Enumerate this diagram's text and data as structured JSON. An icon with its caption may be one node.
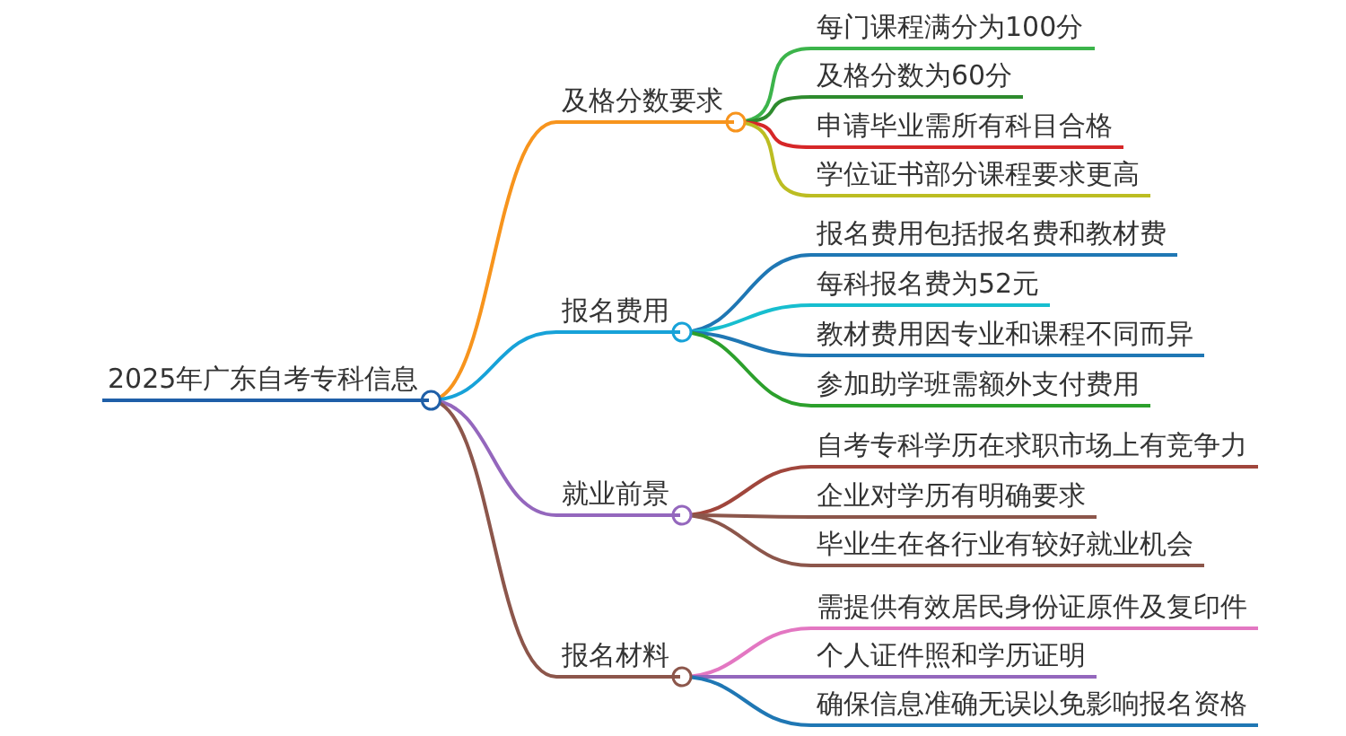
{
  "diagram": {
    "nodes": [
      {
        "text": [
          "2025年广东自考专科信息"
        ]
      },
      {
        "text": [
          "及格分数要求"
        ]
      },
      {
        "text": [
          "每门课程满分为100分"
        ]
      },
      {
        "text": [
          "及格分数为60分"
        ]
      },
      {
        "text": [
          "申请毕业需所有科目合格"
        ]
      },
      {
        "text": [
          "学位证书部分课程要求更高"
        ]
      },
      {
        "text": [
          "报名费用"
        ]
      },
      {
        "text": [
          "报名费用包括报名费和教材费"
        ]
      },
      {
        "text": [
          "每科报名费为52元"
        ]
      },
      {
        "text": [
          "教材费用因专业和课程不同而异"
        ]
      },
      {
        "text": [
          "参加助学班需额外支付费用"
        ]
      },
      {
        "text": [
          "就业前景"
        ]
      },
      {
        "text": [
          "自考专科学历在求职市场上有竞争力"
        ]
      },
      {
        "text": [
          "企业对学历有明确要求"
        ]
      },
      {
        "text": [
          "毕业生在各行业有较好就业机会"
        ]
      },
      {
        "text": [
          "报名材料"
        ]
      },
      {
        "text": [
          "需提供有效居民身份证原件及复印件"
        ]
      },
      {
        "text": [
          "个人证件照和学历证明"
        ]
      },
      {
        "text": [
          "确保信息准确无误以免影响报名资格"
        ]
      }
    ],
    "edges": [
      {
        "from": 0,
        "to": 1,
        "arrow": "none",
        "color": "#f7941d"
      },
      {
        "from": 1,
        "to": 2,
        "arrow": "none",
        "color": "#3cb44b"
      },
      {
        "from": 1,
        "to": 3,
        "arrow": "none",
        "color": "#2e8b2e"
      },
      {
        "from": 1,
        "to": 4,
        "arrow": "none",
        "color": "#d62728"
      },
      {
        "from": 1,
        "to": 5,
        "arrow": "none",
        "color": "#bcbd22"
      },
      {
        "from": 0,
        "to": 6,
        "arrow": "none",
        "color": "#17a2d8"
      },
      {
        "from": 6,
        "to": 7,
        "arrow": "none",
        "color": "#1f77b4"
      },
      {
        "from": 6,
        "to": 8,
        "arrow": "none",
        "color": "#17becf"
      },
      {
        "from": 6,
        "to": 9,
        "arrow": "none",
        "color": "#1f77b4"
      },
      {
        "from": 6,
        "to": 10,
        "arrow": "none",
        "color": "#2ca02c"
      },
      {
        "from": 0,
        "to": 11,
        "arrow": "none",
        "color": "#9467bd"
      },
      {
        "from": 11,
        "to": 12,
        "arrow": "none",
        "color": "#a0463c"
      },
      {
        "from": 11,
        "to": 13,
        "arrow": "none",
        "color": "#8c564b"
      },
      {
        "from": 11,
        "to": 14,
        "arrow": "none",
        "color": "#8c564b"
      },
      {
        "from": 0,
        "to": 15,
        "arrow": "none",
        "color": "#8c564b"
      },
      {
        "from": 15,
        "to": 16,
        "arrow": "none",
        "color": "#e377c2"
      },
      {
        "from": 15,
        "to": 17,
        "arrow": "none",
        "color": "#9467bd"
      },
      {
        "from": 15,
        "to": 18,
        "arrow": "none",
        "color": "#1f77b4"
      }
    ]
  }
}
